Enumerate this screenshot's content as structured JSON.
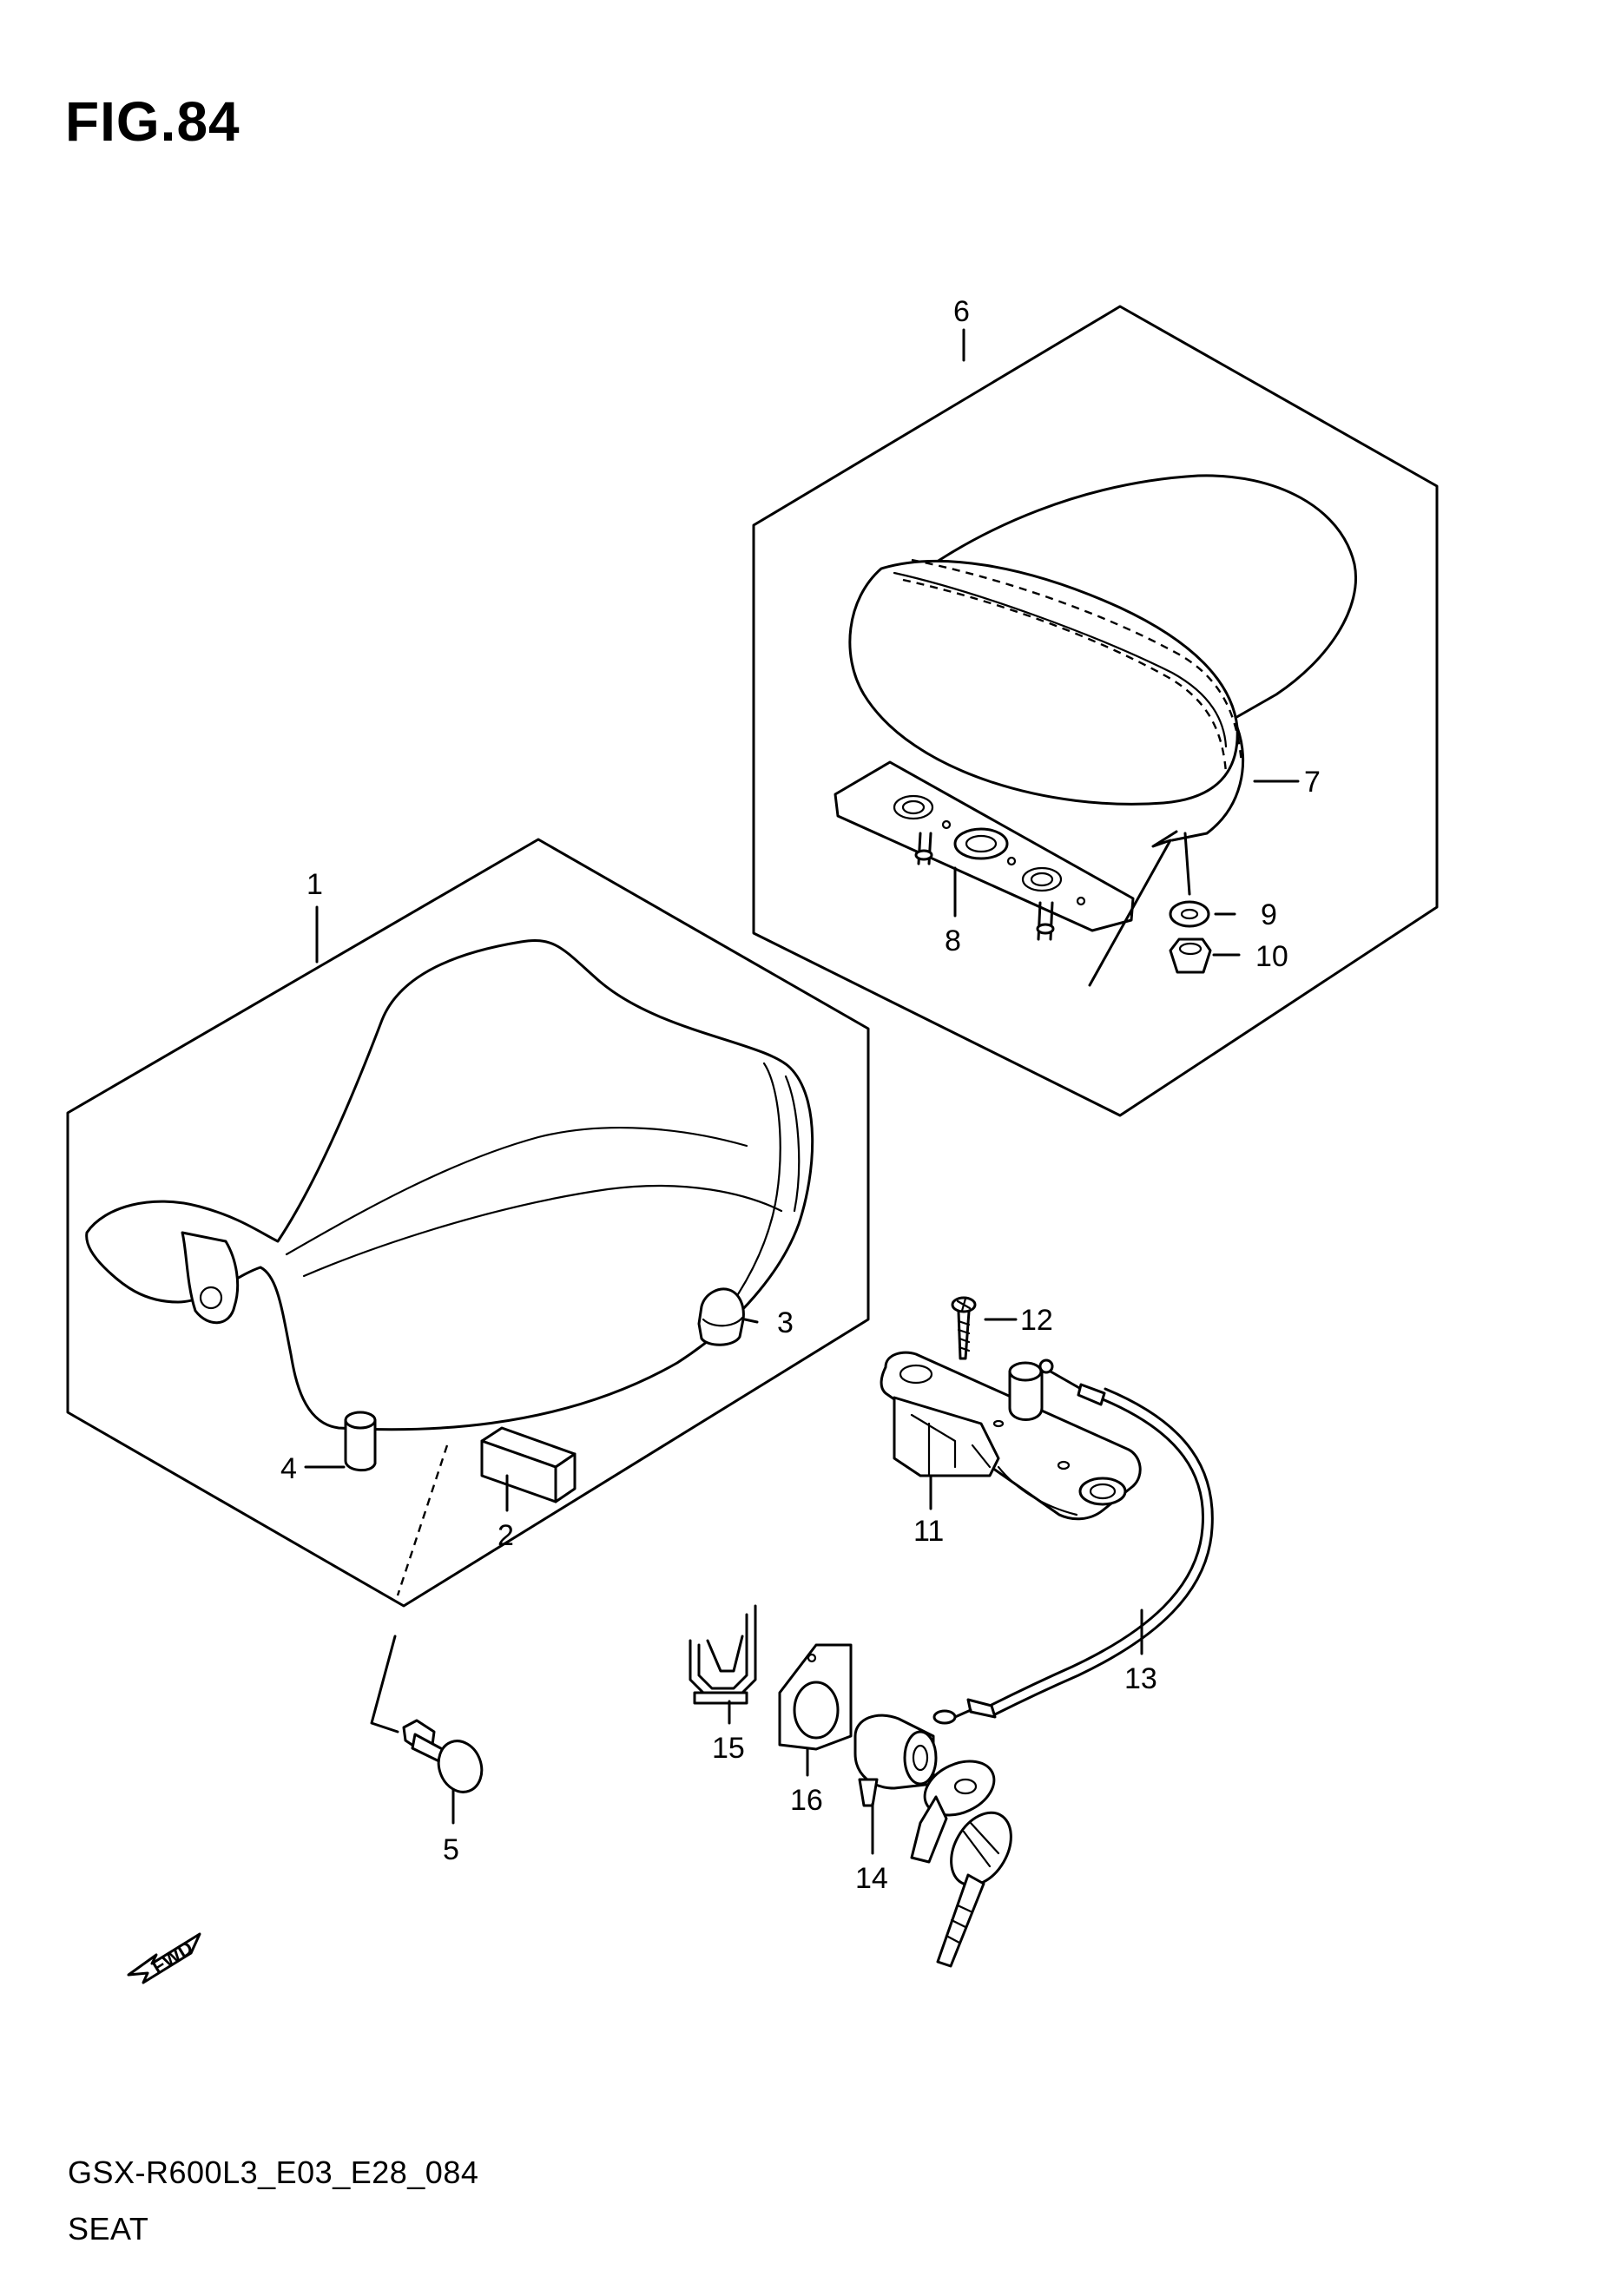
{
  "figure": {
    "title": "FIG.84"
  },
  "footer": {
    "model_code": "GSX-R600L3_E03_E28_084",
    "section_name": "SEAT"
  },
  "fwd_arrow": {
    "label": "FWD"
  },
  "callouts": [
    {
      "id": "1",
      "label": "1"
    },
    {
      "id": "2",
      "label": "2"
    },
    {
      "id": "3",
      "label": "3"
    },
    {
      "id": "4",
      "label": "4"
    },
    {
      "id": "5",
      "label": "5"
    },
    {
      "id": "6",
      "label": "6"
    },
    {
      "id": "7",
      "label": "7"
    },
    {
      "id": "8",
      "label": "8"
    },
    {
      "id": "9",
      "label": "9"
    },
    {
      "id": "10",
      "label": "10"
    },
    {
      "id": "11",
      "label": "11"
    },
    {
      "id": "12",
      "label": "12"
    },
    {
      "id": "13",
      "label": "13"
    },
    {
      "id": "14",
      "label": "14"
    },
    {
      "id": "15",
      "label": "15"
    },
    {
      "id": "16",
      "label": "16"
    }
  ]
}
